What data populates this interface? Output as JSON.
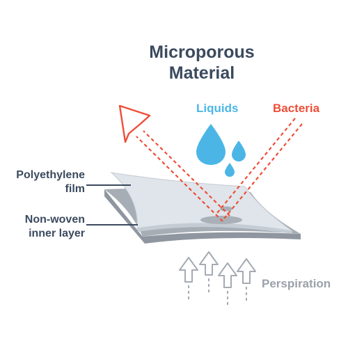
{
  "title_line1": "Microporous",
  "title_line2": "Material",
  "labels": {
    "liquids": "Liquids",
    "bacteria": "Bacteria",
    "film_line1": "Polyethylene",
    "film_line2": "film",
    "inner_line1": "Non-woven",
    "inner_line2": "inner layer",
    "perspiration": "Perspiration"
  },
  "colors": {
    "title": "#3b4a5e",
    "liquids": "#4bb6e6",
    "bacteria": "#ee4e38",
    "film": "#dfe5ea",
    "inner_layer": "#a6adb5",
    "perspiration": "#9aa1aa"
  },
  "icons": [
    "liquid-drop-icon",
    "bacteria-arrow-icon",
    "perspiration-arrow-icon"
  ]
}
